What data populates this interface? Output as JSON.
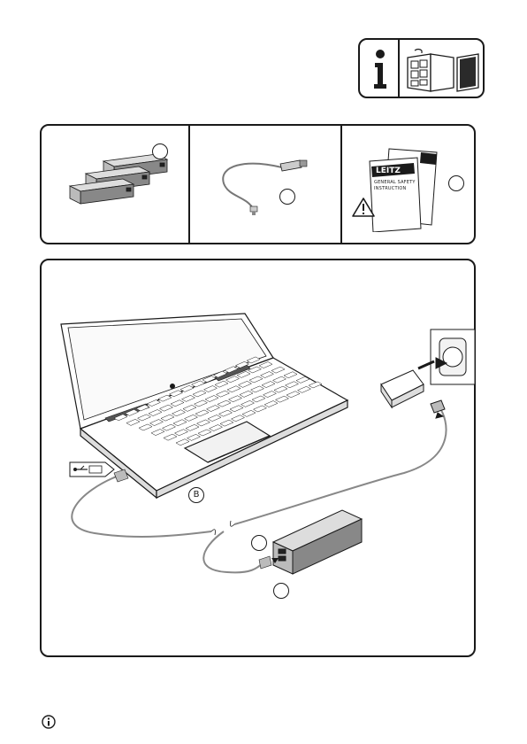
{
  "info_box": {
    "icon": "info-icon",
    "figure": "folded-manual-icon"
  },
  "contents": {
    "item_a": {
      "callout": "",
      "icon": "power-bank-icon"
    },
    "item_b": {
      "callout": "",
      "icon": "usb-cable-icon"
    },
    "item_c": {
      "callout": "",
      "brand": "LEITZ",
      "manual_title_line1": "GENERAL SAFETY",
      "manual_title_line2": "INSTRUCTION",
      "icon": "warning-icon"
    }
  },
  "diagram": {
    "callout_b": "B",
    "callout_1": "",
    "callout_2": "",
    "usb_icon": "usb-symbol-icon"
  },
  "footer": {
    "icon": "info-circle-icon"
  }
}
